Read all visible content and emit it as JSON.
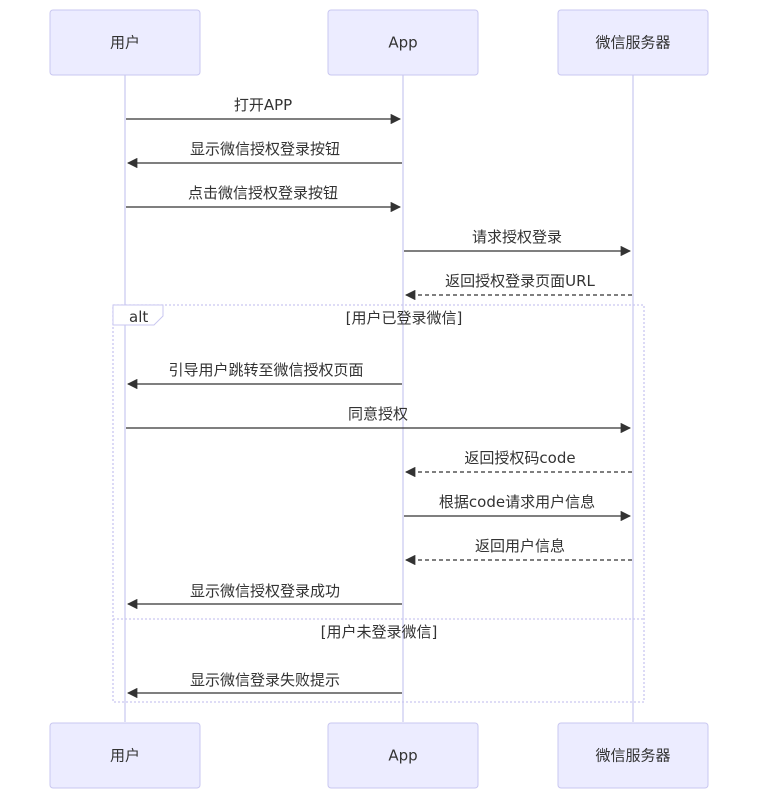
{
  "participants": [
    {
      "label": "用户"
    },
    {
      "label": "App"
    },
    {
      "label": "微信服务器"
    }
  ],
  "messages": [
    {
      "from": 0,
      "to": 1,
      "text": "打开APP",
      "dashed": false
    },
    {
      "from": 1,
      "to": 0,
      "text": "显示微信授权登录按钮",
      "dashed": false
    },
    {
      "from": 0,
      "to": 1,
      "text": "点击微信授权登录按钮",
      "dashed": false
    },
    {
      "from": 1,
      "to": 2,
      "text": "请求授权登录",
      "dashed": false
    },
    {
      "from": 2,
      "to": 1,
      "text": "返回授权登录页面URL",
      "dashed": true
    },
    {
      "from": 1,
      "to": 0,
      "text": "引导用户跳转至微信授权页面",
      "dashed": false
    },
    {
      "from": 0,
      "to": 2,
      "text": "同意授权",
      "dashed": false
    },
    {
      "from": 2,
      "to": 1,
      "text": "返回授权码code",
      "dashed": true
    },
    {
      "from": 1,
      "to": 2,
      "text": "根据code请求用户信息",
      "dashed": false
    },
    {
      "from": 2,
      "to": 1,
      "text": "返回用户信息",
      "dashed": true
    },
    {
      "from": 1,
      "to": 0,
      "text": "显示微信授权登录成功",
      "dashed": false
    },
    {
      "from": 1,
      "to": 0,
      "text": "显示微信登录失败提示",
      "dashed": false
    }
  ],
  "alt_block": {
    "keyword": "alt",
    "conditions": [
      "[用户已登录微信]",
      "[用户未登录微信]"
    ]
  },
  "colors": {
    "actor_fill": "#ececff",
    "actor_stroke": "#c9c7f0",
    "line": "#333333"
  }
}
